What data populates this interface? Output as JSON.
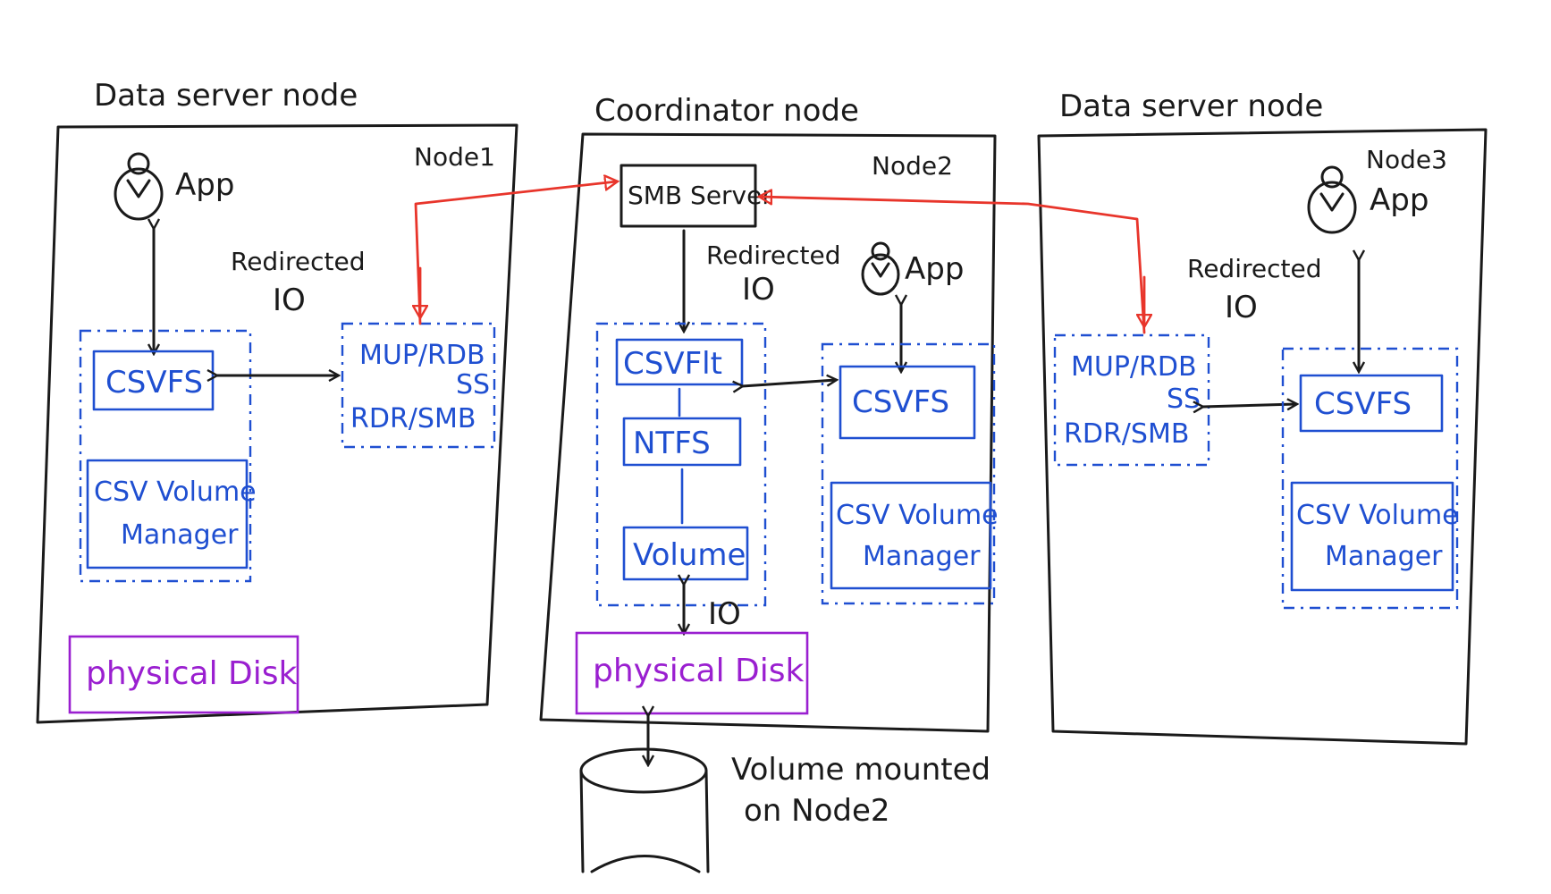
{
  "colors": {
    "ink": "#1a1a1a",
    "component": "#1f4fd1",
    "disk": "#9a1fd0",
    "smb_link": "#e8352b"
  },
  "nodes": {
    "node1": {
      "heading": "Data server node",
      "id_label": "Node1",
      "app": "App",
      "redirected_io": [
        "Redirected",
        "IO"
      ],
      "csvfs": "CSVFS",
      "mup_rdbss": [
        "MUP/RDB",
        "SS",
        "RDR/SMB"
      ],
      "csv_volume_manager": [
        "CSV Volume",
        "Manager"
      ],
      "physical_disk": "physical Disk"
    },
    "node2": {
      "heading": "Coordinator node",
      "id_label": "Node2",
      "smb_server": "SMB Server",
      "redirected_io": [
        "Redirected",
        "IO"
      ],
      "app": "App",
      "csvflt": "CSVFlt",
      "ntfs": "NTFS",
      "volume": "Volume",
      "io": "IO",
      "csvfs": "CSVFS",
      "csv_volume_manager": [
        "CSV Volume",
        "Manager"
      ],
      "physical_disk": "physical Disk"
    },
    "node3": {
      "heading": "Data server node",
      "id_label": "Node3",
      "app": "App",
      "redirected_io": [
        "Redirected",
        "IO"
      ],
      "mup_rdbss": [
        "MUP/RDB",
        "SS",
        "RDR/SMB"
      ],
      "csvfs": "CSVFS",
      "csv_volume_manager": [
        "CSV Volume",
        "Manager"
      ]
    }
  },
  "storage": {
    "caption": [
      "Volume mounted",
      "on Node2"
    ]
  },
  "icons": {
    "user": "user-icon",
    "cylinder": "disk-cylinder-icon"
  }
}
